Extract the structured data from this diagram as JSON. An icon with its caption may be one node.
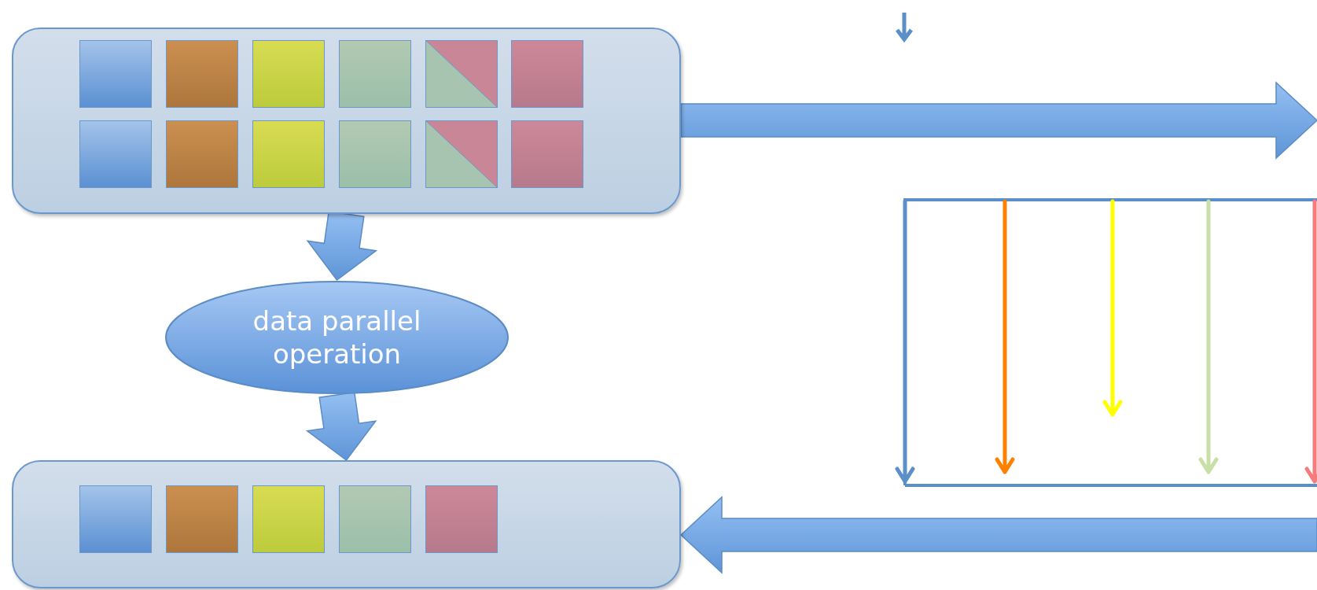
{
  "diagram": {
    "nodes": [
      {
        "text": [],
        "shape": "box"
      },
      {
        "text": [
          "data parallel operation"
        ]
      },
      {
        "text": [],
        "shape": "box"
      }
    ],
    "edges": [
      {
        "from": 0,
        "to": 1,
        "arrow": "to"
      },
      {
        "from": 1,
        "to": 2,
        "arrow": "to"
      },
      {
        "from": 0,
        "to": null,
        "arrow": "to"
      },
      {
        "from": null,
        "to": 2,
        "arrow": "to"
      }
    ]
  }
}
